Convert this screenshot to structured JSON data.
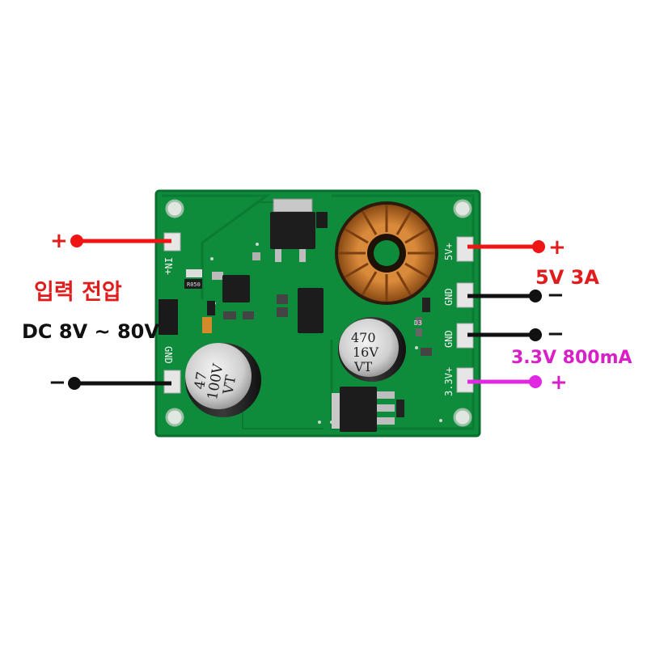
{
  "image": {
    "description_labels": {
      "input_title": "입력 전압",
      "input_range": "DC 8V ~ 80V",
      "output_5v": "5V  3A",
      "output_3v3": "3.3V 800mA"
    },
    "signs": {
      "input_plus": "+",
      "input_minus": "−",
      "out5_plus": "+",
      "gnd1_minus": "−",
      "gnd2_minus": "−",
      "out33_plus": "+"
    },
    "silkscreen": {
      "in_plus": "IN+",
      "gnd_left": "GND",
      "out_5v": "5V+",
      "gnd_a": "GND",
      "gnd_b": "GND",
      "out_3v3": "3.3V+",
      "cap_big_1": "47",
      "cap_big_2": "100V",
      "cap_big_3": "VT",
      "cap_small_1": "470",
      "cap_small_2": "16V",
      "cap_small_3": "VT",
      "resistor_code": "R050",
      "d3": "D3"
    },
    "colors": {
      "pcb": "#0e8c3c",
      "wire_positive": "#f01414",
      "wire_ground": "#111111",
      "wire_3v3": "#e028e0",
      "label_red": "#e01c1c",
      "label_magenta": "#d91fc8"
    }
  }
}
